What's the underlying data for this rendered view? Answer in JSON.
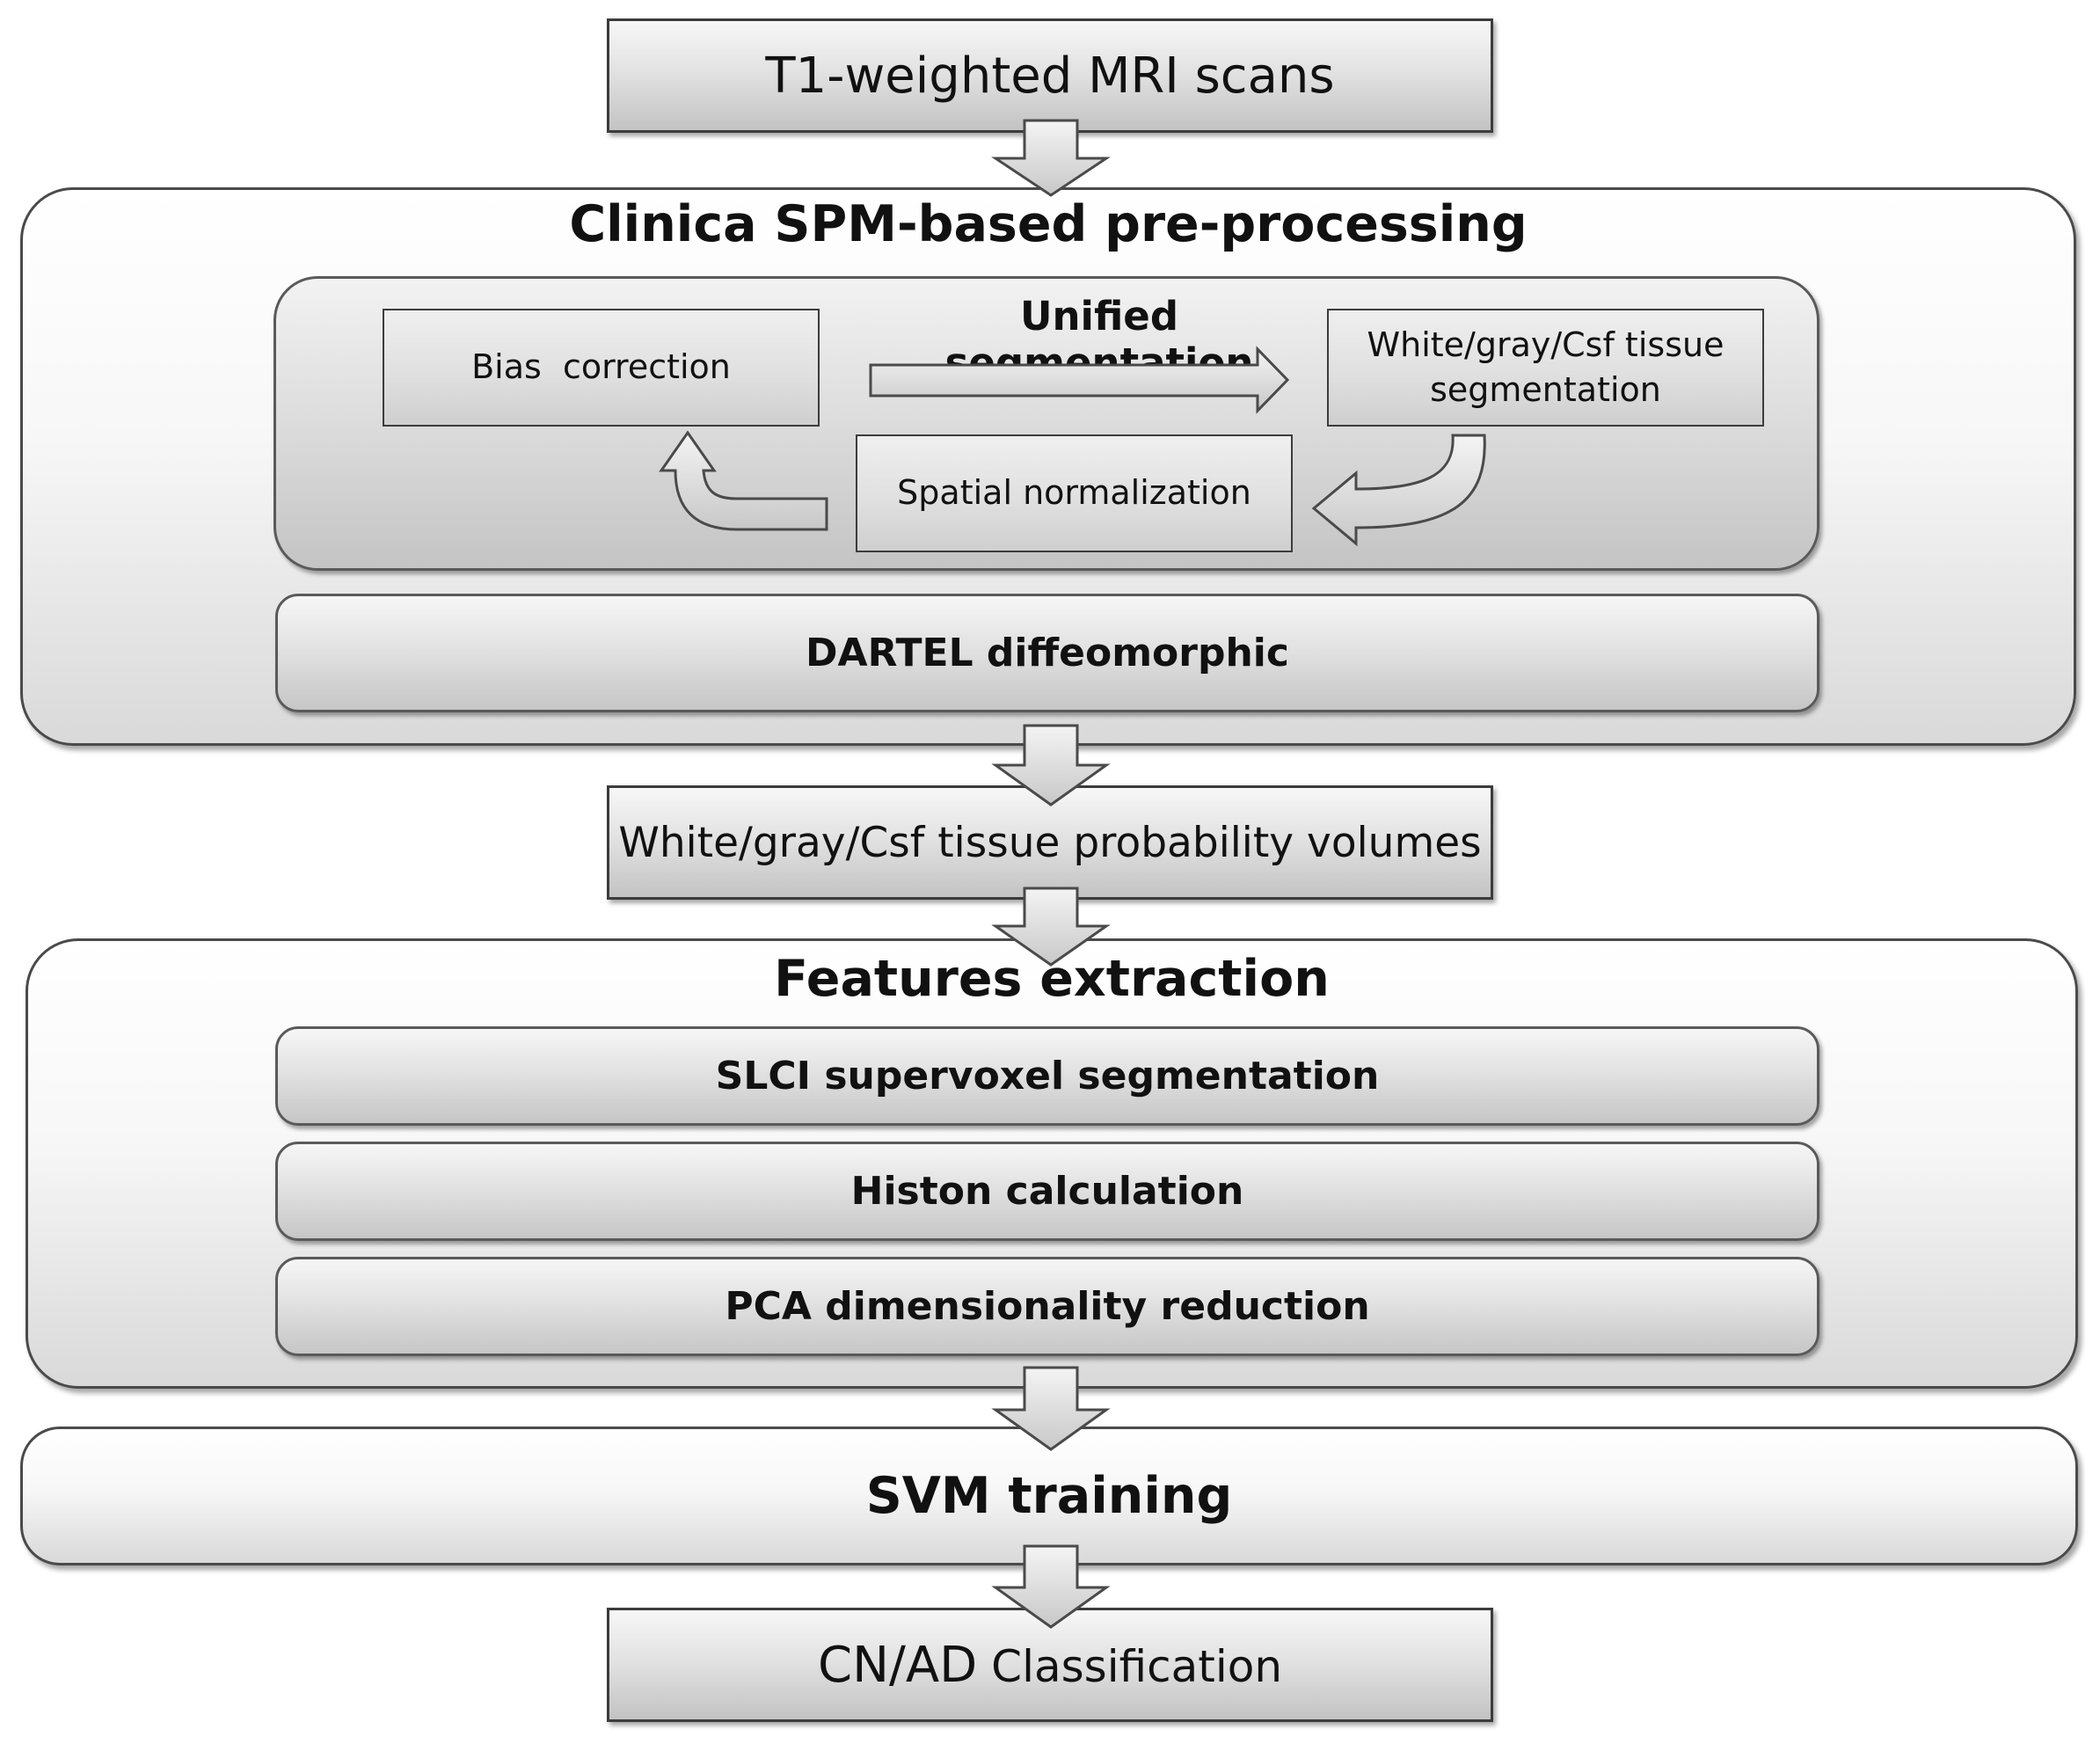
{
  "stages": {
    "input": "T1-weighted MRI scans",
    "probability_volumes": "White/gray/Csf tissue probability volumes",
    "classification_main": "CN/AD",
    "classification_rest": " Classification"
  },
  "preprocessing": {
    "title": "Clinica SPM-based pre-processing",
    "unified_label": "Unified segmentation",
    "bias_correction": "Bias  correction",
    "tissue_segmentation_line1": "White/gray/Csf tissue",
    "tissue_segmentation_line2": "segmentation",
    "spatial_normalization": "Spatial normalization",
    "dartel": "DARTEL diffeomorphic"
  },
  "features": {
    "title": "Features extraction",
    "steps": [
      "SLCI supervoxel segmentation",
      "Histon calculation",
      "PCA dimensionality reduction"
    ]
  },
  "training": {
    "title": "SVM training"
  }
}
